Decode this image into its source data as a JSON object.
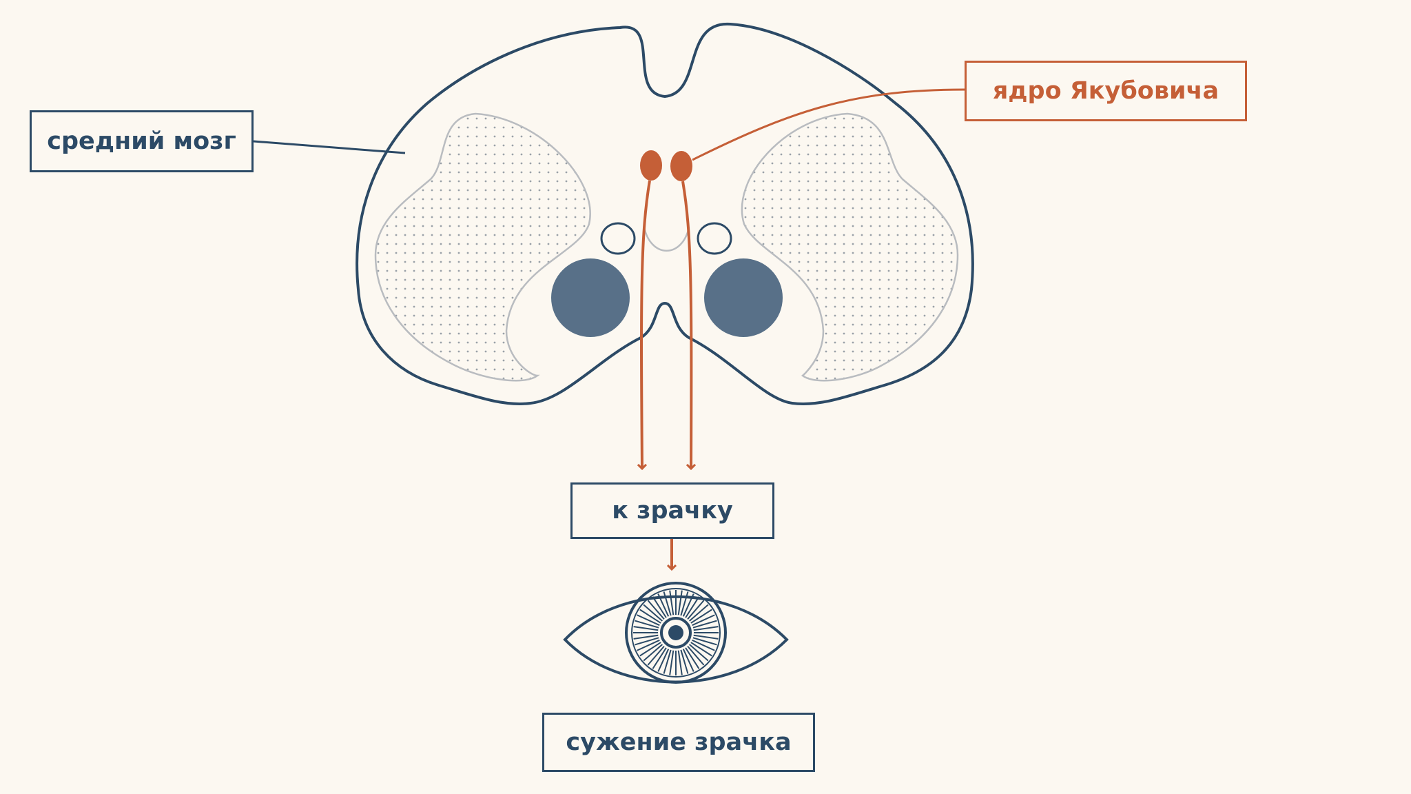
{
  "labels": {
    "midbrain": "средний мозг",
    "nucleus": "ядро Якубовича",
    "to_pupil": "к зрачку",
    "result": "сужение зрачка"
  },
  "colors": {
    "background": "#fcf8f1",
    "outline_blue": "#2c4a66",
    "nucleus_orange": "#c55f37",
    "red_nucleus_fill": "#587088",
    "substantia_gray": "#b9bcc0"
  },
  "icons": {
    "eye": "eye-icon",
    "arrow": "arrow-down-icon"
  }
}
